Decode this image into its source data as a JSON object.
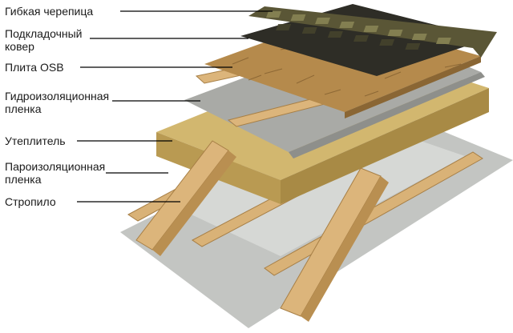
{
  "labels": [
    {
      "id": "flexible-shingles",
      "text": "Гибкая черепица"
    },
    {
      "id": "underlay-carpet",
      "text": "Подкладочный\nковер"
    },
    {
      "id": "osb-board",
      "text": "Плита OSB"
    },
    {
      "id": "waterproof-membrane",
      "text": "Гидроизоляционная\nпленка"
    },
    {
      "id": "insulation",
      "text": "Утеплитель"
    },
    {
      "id": "vapor-barrier",
      "text": "Пароизоляционная\nпленка"
    },
    {
      "id": "rafter",
      "text": "Стропило"
    }
  ],
  "colors": {
    "shingle_dark": "#2e2d26",
    "shingle_tile": "#5a5636",
    "shingle_light": "#8b8756",
    "osb": "#b58a4c",
    "osb_grain": "#7d5a2c",
    "timber": "#d9b277",
    "timber_dark": "#a77f46",
    "membrane": "#a8a9a5",
    "insulation": "#c9b06a",
    "vapor": "#c9cbc8",
    "leader_line": "#000000"
  }
}
